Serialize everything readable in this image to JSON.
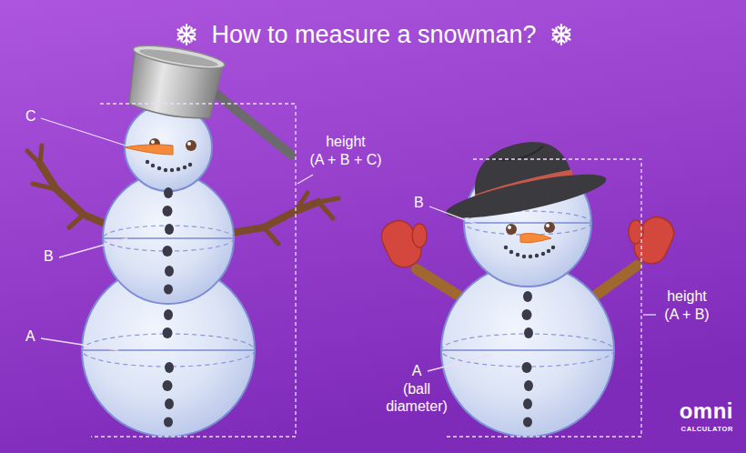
{
  "diagram": {
    "title": "How to measure a snowman?",
    "labels": [
      "C",
      "B",
      "A",
      "height",
      "(A + B + C)",
      "B",
      "A",
      "(ball diameter)",
      "height",
      "(A + B)",
      "omni",
      "CALCULATOR"
    ]
  }
}
